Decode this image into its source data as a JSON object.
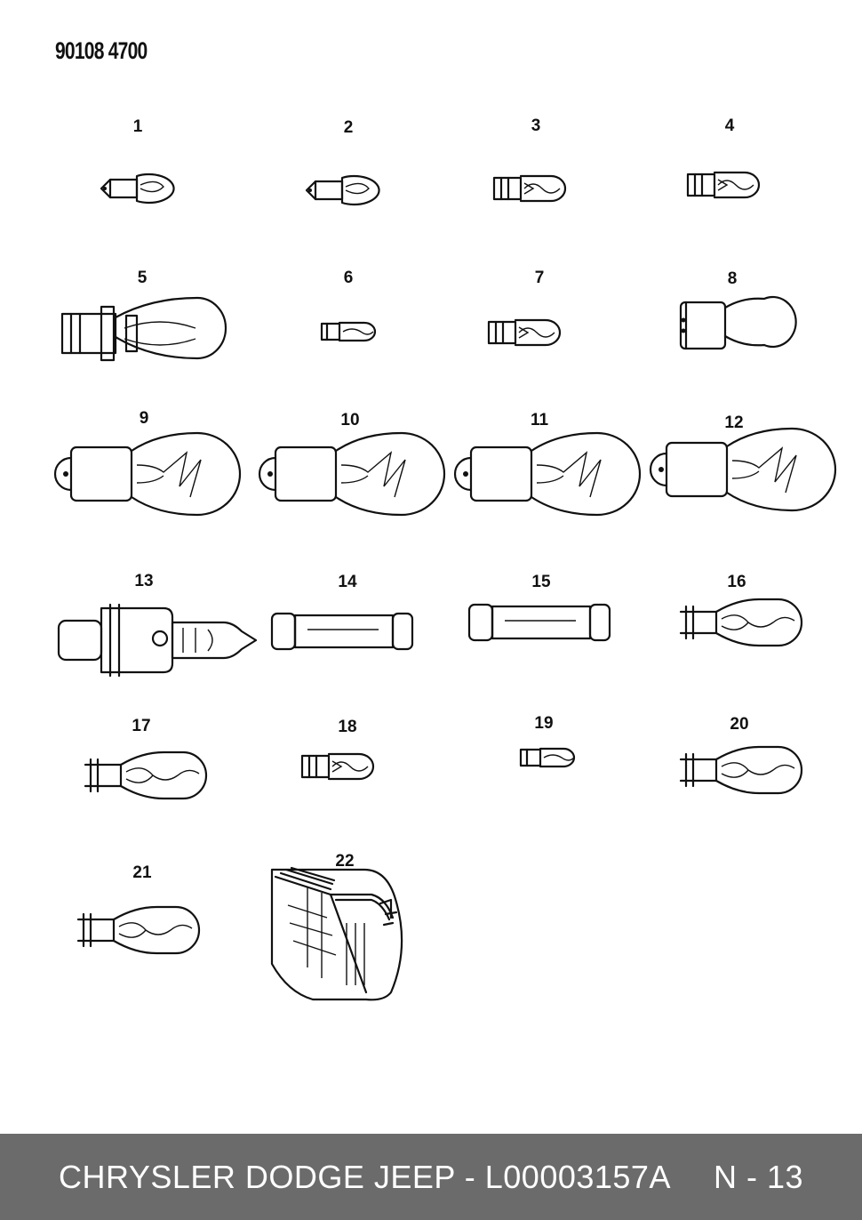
{
  "diagram": {
    "document_number": "90108 4700",
    "callouts": [
      "1",
      "2",
      "3",
      "4",
      "5",
      "6",
      "7",
      "8",
      "9",
      "10",
      "11",
      "12",
      "13",
      "14",
      "15",
      "16",
      "17",
      "18",
      "19",
      "20",
      "21",
      "22"
    ]
  },
  "footer": {
    "title": "CHRYSLER DODGE JEEP - L00003157A",
    "page": "N - 13"
  },
  "colors": {
    "footer_bg": "#6b6b6b",
    "footer_text": "#ffffff",
    "line": "#111111"
  }
}
